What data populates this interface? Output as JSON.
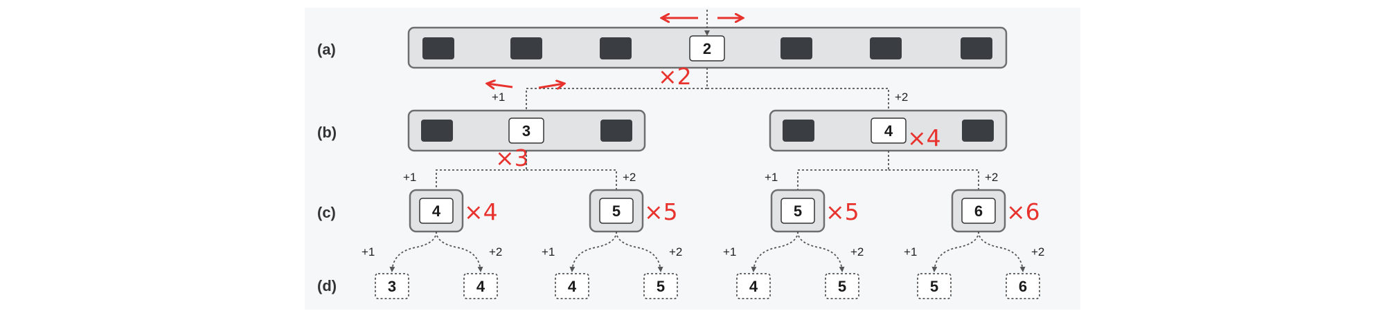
{
  "row_labels": {
    "a": "(a)",
    "b": "(b)",
    "c": "(c)",
    "d": "(d)"
  },
  "nodes": {
    "a_center": "2",
    "b_left": "3",
    "b_right": "4",
    "c1": "4",
    "c2": "5",
    "c3": "5",
    "c4": "6",
    "d1": "3",
    "d2": "4",
    "d3": "4",
    "d4": "5",
    "d5": "4",
    "d6": "5",
    "d7": "5",
    "d8": "6"
  },
  "edge_labels": {
    "plus1": "+1",
    "plus2": "+2"
  },
  "annotations": {
    "a_mult": "×2",
    "b_left_mult": "×3",
    "b_right_mult": "×4",
    "c1_mult": "×4",
    "c2_mult": "×5",
    "c3_mult": "×5",
    "c4_mult": "×6"
  },
  "colors": {
    "frame_fill": "#e2e3e5",
    "frame_stroke": "#6e6e6e",
    "dark_block": "#3a3d41",
    "annotation_red": "#e8322d",
    "dotted_edge": "#555555"
  }
}
